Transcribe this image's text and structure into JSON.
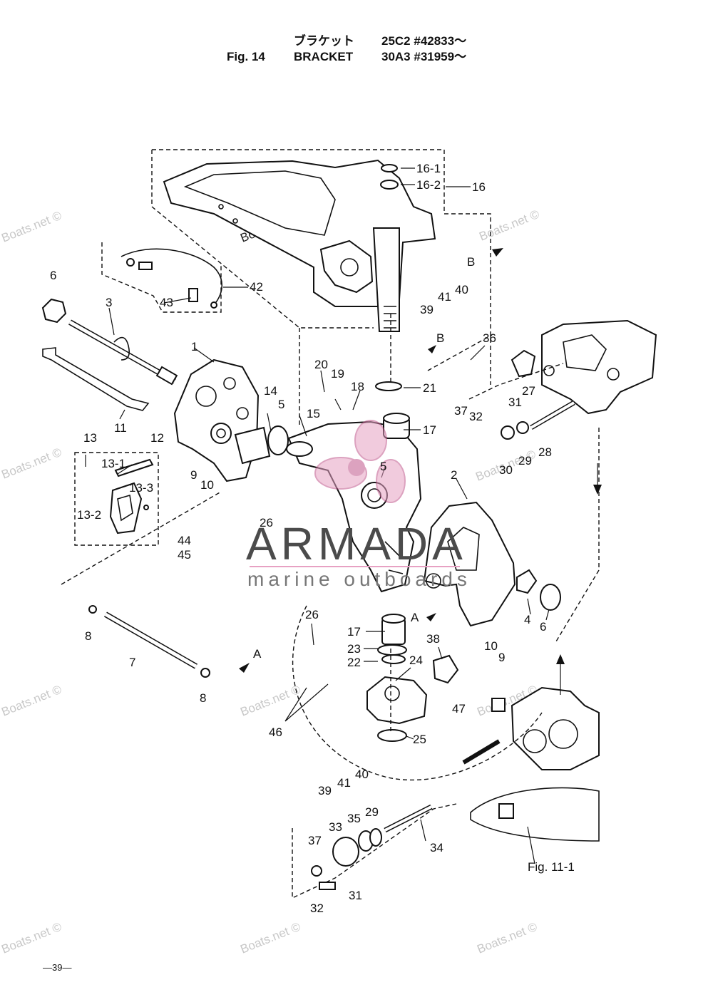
{
  "header": {
    "title_jp": "ブラケット",
    "title_en": "BRACKET",
    "fig_label": "Fig. 14",
    "serial_1": "25C2 #42833～",
    "serial_2": "30A3 #31959～"
  },
  "watermark": {
    "text": "Boats.net ©",
    "brand": "ARMADA",
    "brand_sub": "marine outboards"
  },
  "callouts": {
    "p1": "1",
    "p2": "2",
    "p3": "3",
    "p4": "4",
    "p5a": "5",
    "p5b": "5",
    "p6a": "6",
    "p6b": "6",
    "p7": "7",
    "p8a": "8",
    "p8b": "8",
    "p9a": "9",
    "p9b": "9",
    "p10a": "10",
    "p10b": "10",
    "p11": "11",
    "p12": "12",
    "p13": "13",
    "p13_1": "13-1",
    "p13_2": "13-2",
    "p13_3": "13-3",
    "p14": "14",
    "p15": "15",
    "p16": "16",
    "p16_1": "16-1",
    "p16_2": "16-2",
    "p17a": "17",
    "p17b": "17",
    "p18": "18",
    "p19": "19",
    "p20": "20",
    "p21": "21",
    "p22": "22",
    "p23": "23",
    "p24": "24",
    "p25": "25",
    "p26a": "26",
    "p26b": "26",
    "p27": "27",
    "p28": "28",
    "p29a": "29",
    "p29b": "29",
    "p30": "30",
    "p31a": "31",
    "p31b": "31",
    "p32a": "32",
    "p32b": "32",
    "p33": "33",
    "p34": "34",
    "p35": "35",
    "p36": "36",
    "p37a": "37",
    "p37b": "37",
    "p38": "38",
    "p39a": "39",
    "p39b": "39",
    "p40a": "40",
    "p40b": "40",
    "p41a": "41",
    "p41b": "41",
    "p42": "42",
    "p43": "43",
    "p44": "44",
    "p45": "45",
    "p46": "46",
    "p47": "47",
    "refA1": "A",
    "refA2": "A",
    "refB1": "B",
    "refB2": "B",
    "fig_ref": "Fig. 11-1"
  },
  "footer": {
    "page": "—39—"
  }
}
